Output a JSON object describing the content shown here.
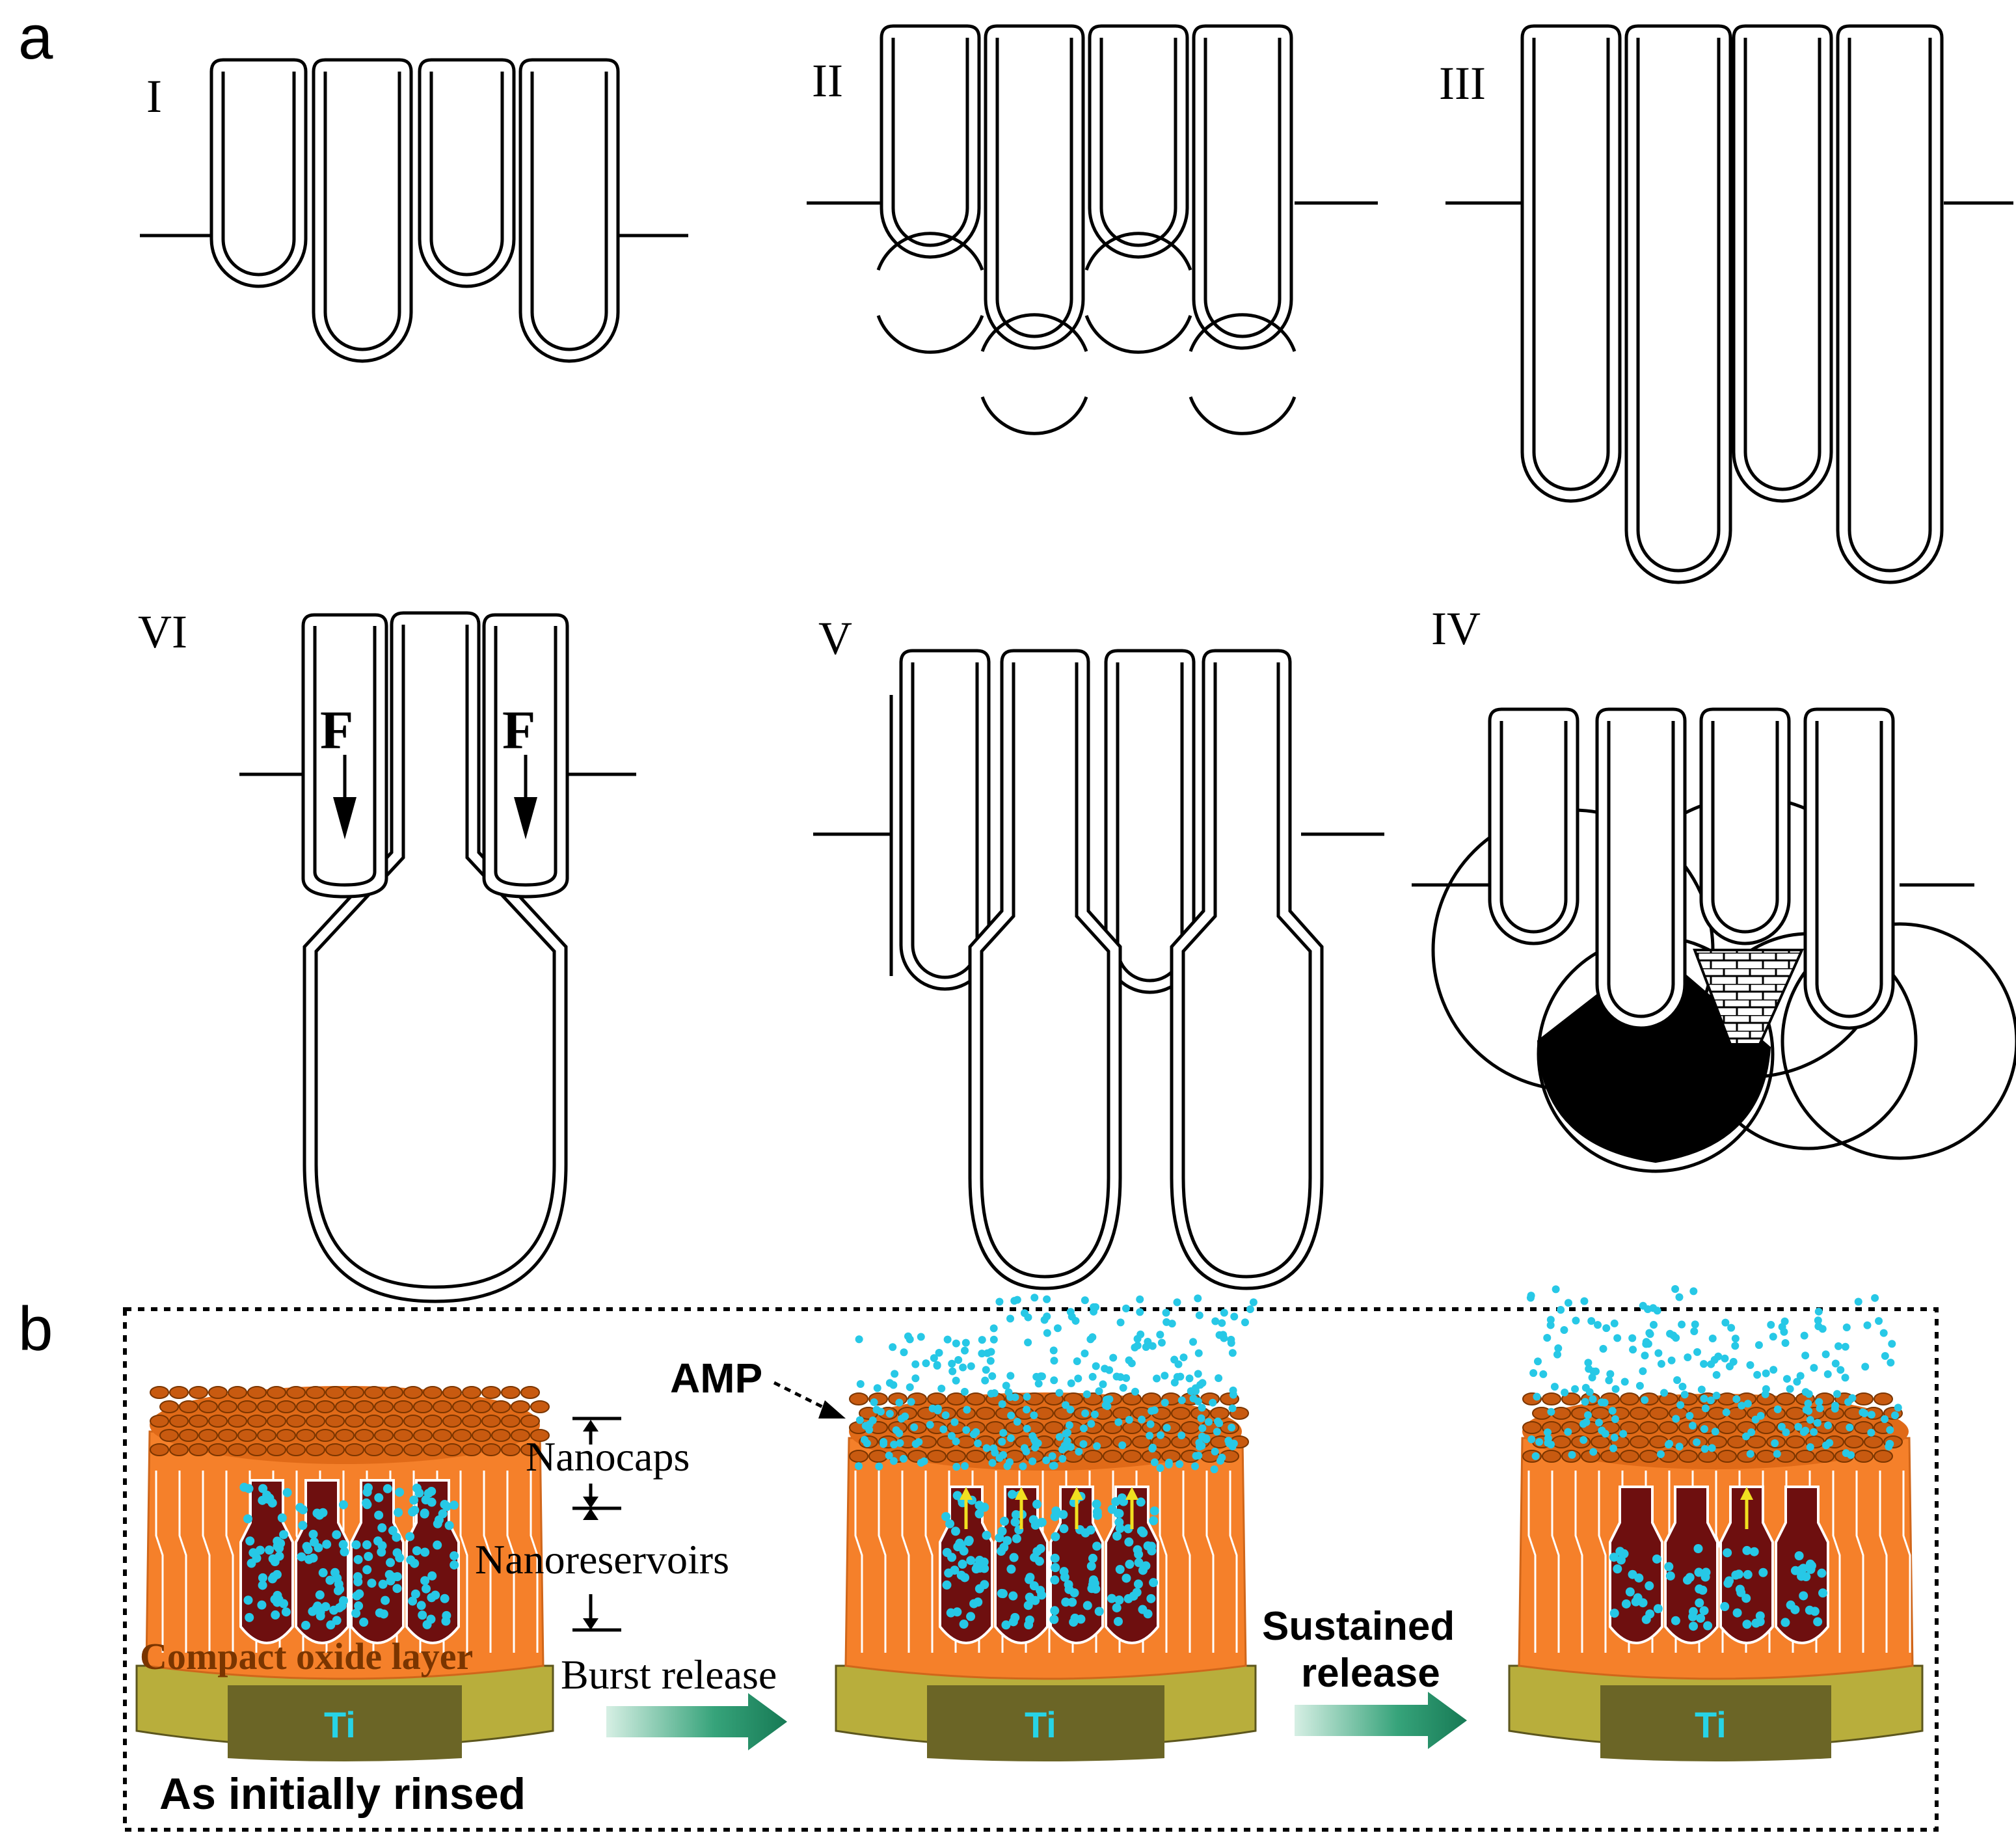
{
  "panel_a": {
    "letter": "a",
    "stages": [
      "I",
      "II",
      "III",
      "IV",
      "V",
      "VI"
    ],
    "force_label": "F"
  },
  "panel_b": {
    "letter": "b",
    "labels": {
      "amp": "AMP",
      "nanocaps": "Nanocaps",
      "nanoreservoirs": "Nanoreservoirs",
      "compact_oxide": "Compact  oxide layer",
      "substrate": "Ti",
      "initial": "As initially rinsed",
      "burst": "Burst release",
      "sustained_1": "Sustained",
      "sustained_2": "release"
    },
    "colors": {
      "oxide": "#f5802a",
      "drug_cavity": "#6e0f0f",
      "amp_dots": "#27c8e6",
      "substrate": "#b8ae3c",
      "substrate_dark": "#6b6526",
      "arrow": "#1f8f6a",
      "release_arrows": "#f0e020"
    },
    "icons": [
      "dashed-border",
      "green-arrow",
      "yellow-arrow"
    ]
  }
}
